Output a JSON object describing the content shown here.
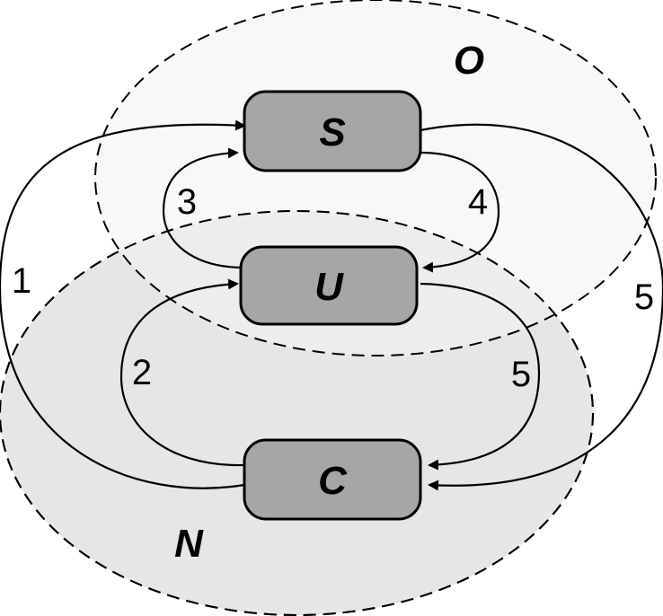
{
  "regions": {
    "O": {
      "label": "O",
      "fill": "#f3f3f3"
    },
    "N": {
      "label": "N",
      "fill": "#e6e6e6"
    }
  },
  "nodes": {
    "S": {
      "label": "S"
    },
    "U": {
      "label": "U"
    },
    "C": {
      "label": "C"
    }
  },
  "edges": {
    "e1": {
      "label": "1",
      "from": "C",
      "to": "S"
    },
    "e2": {
      "label": "2",
      "from": "C",
      "to": "U"
    },
    "e3": {
      "label": "3",
      "from": "U",
      "to": "S"
    },
    "e4": {
      "label": "4",
      "from": "S",
      "to": "U"
    },
    "e5_outer": {
      "label": "5",
      "from": "S",
      "to": "C"
    },
    "e5_inner": {
      "label": "5",
      "from": "U",
      "to": "C"
    }
  },
  "colors": {
    "node_fill": "#a6a6a6",
    "stroke": "#000000"
  }
}
